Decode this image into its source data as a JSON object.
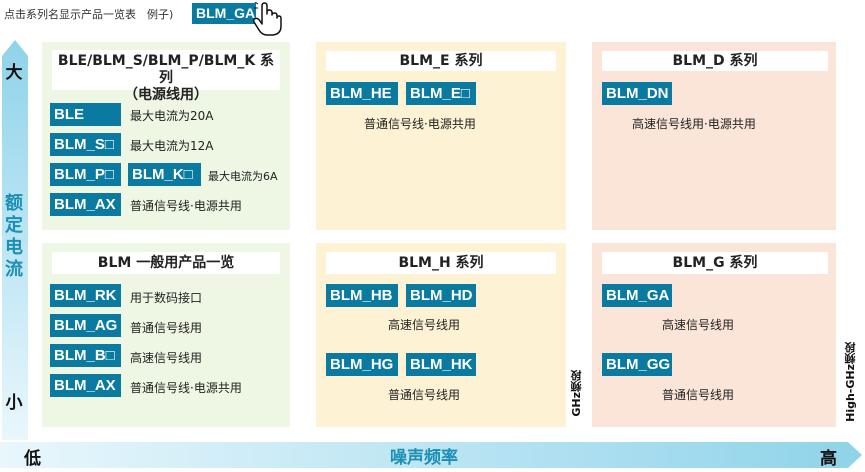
{
  "header": {
    "note": "点击系列名显示产品一览表　例子)",
    "example_chip": "BLM_GA"
  },
  "axes": {
    "vertical": {
      "max": "大",
      "min": "小",
      "title": "额定电流"
    },
    "horizontal": {
      "min": "低",
      "max": "高",
      "title": "噪声频率"
    },
    "accent_color": "#1d8fb5"
  },
  "panels": {
    "p1": {
      "title_line1": "BLE/BLM_S/BLM_P/BLM_K 系列",
      "title_line2": "（电源线用）",
      "rows": [
        {
          "chip": "BLE",
          "desc": "最大电流为20A"
        },
        {
          "chip": "BLM_S□",
          "desc": "最大电流为12A"
        },
        {
          "chip": "BLM_P□",
          "chip2": "BLM_K□",
          "desc": "最大电流为6A"
        },
        {
          "chip": "BLM_AX",
          "desc": "普通信号线·电源共用"
        }
      ]
    },
    "p2": {
      "title": "BLM_E 系列",
      "chips": [
        "BLM_HE",
        "BLM_E□"
      ],
      "desc": "普通信号线·电源共用"
    },
    "p3": {
      "title": "BLM_D 系列",
      "chips": [
        "BLM_DN"
      ],
      "desc": "高速信号线用·电源共用"
    },
    "p4": {
      "title": "BLM 一般用产品一览",
      "rows": [
        {
          "chip": "BLM_RK",
          "desc": "用于数码接口"
        },
        {
          "chip": "BLM_AG",
          "desc": "普通信号线用"
        },
        {
          "chip": "BLM_B□",
          "desc": "高速信号线用"
        },
        {
          "chip": "BLM_AX",
          "desc": "普通信号线·电源共用"
        }
      ]
    },
    "p5": {
      "title": "BLM_H 系列",
      "chips_top": [
        "BLM_HB",
        "BLM_HD"
      ],
      "desc_top": "高速信号线用",
      "chips_bottom": [
        "BLM_HG",
        "BLM_HK"
      ],
      "desc_bottom": "普通信号线用",
      "side_label": "GHz频段"
    },
    "p6": {
      "title": "BLM_G 系列",
      "chip_top": "BLM_GA",
      "desc_top": "高速信号线用",
      "chip_bottom": "BLM_GG",
      "desc_bottom": "普通信号线用",
      "side_label": "High-GHz频段"
    }
  },
  "colors": {
    "chip": "#0a7aa0",
    "panel_green": "#eef7e4",
    "panel_yellow": "#fdf2d4",
    "panel_pink": "#fbe5d9"
  }
}
